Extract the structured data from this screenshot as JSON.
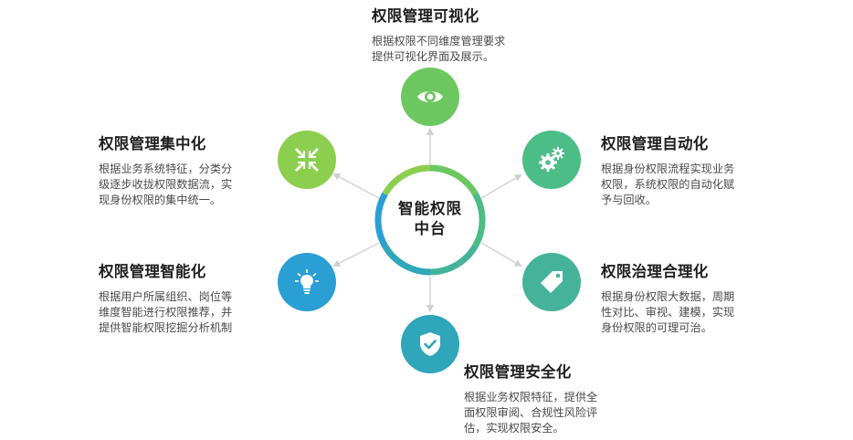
{
  "center": {
    "line1": "智能权限",
    "line2": "中台"
  },
  "nodes": {
    "top": {
      "title": "权限管理可视化",
      "desc": "根据权限不同维度管理要求\n提供可视化界面及展示。",
      "icon": "eye-icon",
      "color": "#6cc760"
    },
    "upper_left": {
      "title": "权限管理集中化",
      "desc": "根据业务系统特征，分类分\n级逐步收拢权限数据流，实\n现身份权限的集中统一。",
      "icon": "compress-arrows-icon",
      "color": "#8ccf4f"
    },
    "upper_right": {
      "title": "权限管理自动化",
      "desc": "根据身份权限流程实现业务\n权限，系统权限的自动化赋\n予与回收。",
      "icon": "gears-icon",
      "color": "#4cbd87"
    },
    "lower_left": {
      "title": "权限管理智能化",
      "desc": "根据用户所属组织、岗位等\n维度智能进行权限推荐，并\n提供智能权限挖掘分析机制",
      "icon": "lightbulb-icon",
      "color": "#2a9fd4"
    },
    "lower_right": {
      "title": "权限治理合理化",
      "desc": "根据身份权限大数据，周期\n性对比、审视、建模，实现\n身份权限的可理可治。",
      "icon": "tag-icon",
      "color": "#45b39a"
    },
    "bottom": {
      "title": "权限管理安全化",
      "desc": "根据业务权限特征，提供全\n面权限审阅、合规性风险评\n估，实现权限安全。",
      "icon": "shield-check-icon",
      "color": "#2fa6b9"
    }
  }
}
